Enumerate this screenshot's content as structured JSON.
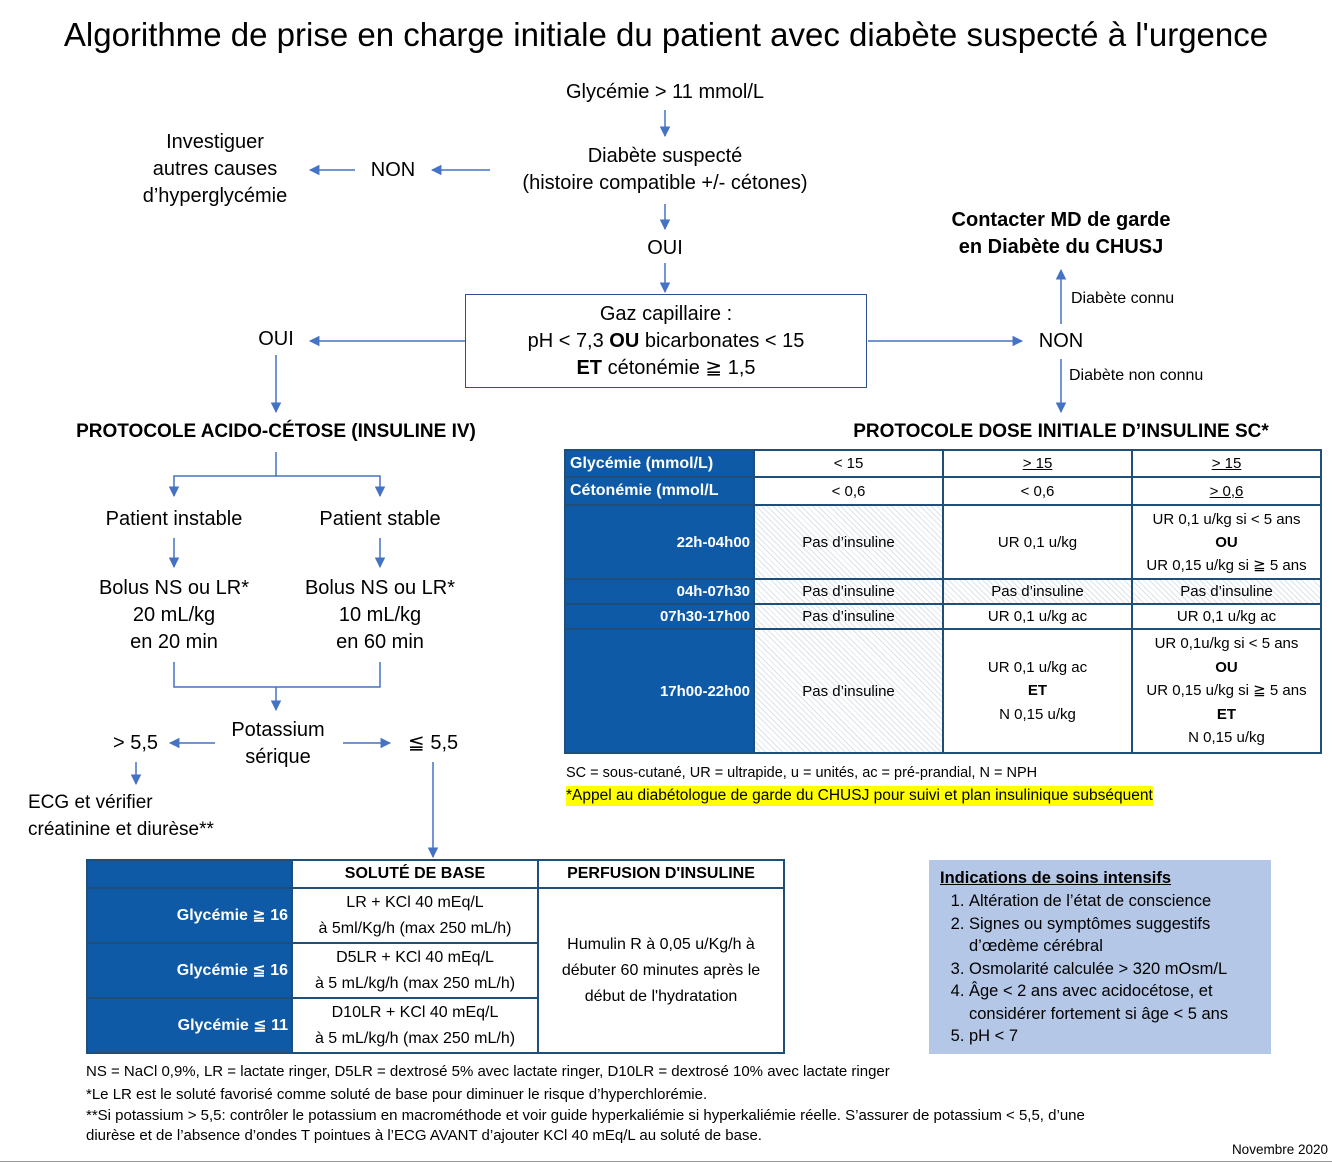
{
  "title": "Algorithme de prise en charge initiale du patient avec diabète suspecté à l'urgence",
  "flow": {
    "glycemie": "Glycémie > 11 mmol/L",
    "diabete_suspect": [
      "Diabète suspecté",
      "(histoire compatible +/- cétones)"
    ],
    "non_left": "NON",
    "investiguer": [
      "Investiguer",
      "autres causes",
      "d’hyperglycémie"
    ],
    "oui_center": "OUI",
    "gaz": {
      "l1": "Gaz capillaire :",
      "l2_a": "pH < 7,3 ",
      "l2_b": "OU",
      "l2_c": " bicarbonates  < 15",
      "l3_a": "ET",
      "l3_b": " cétonémie ≧ 1,5"
    },
    "oui_left": "OUI",
    "non_right": "NON",
    "diabete_connu": "Diabète connu",
    "diabete_non_connu": "Diabète non connu",
    "contacter": [
      "Contacter MD de garde",
      "en Diabète du CHUSJ"
    ],
    "protocole_iv": "PROTOCOLE ACIDO-CÉTOSE (INSULINE IV)",
    "protocole_sc": "PROTOCOLE DOSE INITIALE D’INSULINE SC*",
    "instable": "Patient instable",
    "stable": "Patient stable",
    "bolus_instable": [
      "Bolus NS ou LR*",
      "20 mL/kg",
      "en 20 min"
    ],
    "bolus_stable": [
      "Bolus NS ou LR*",
      "10 mL/kg",
      "en 60 min"
    ],
    "potassium": [
      "Potassium",
      "sérique"
    ],
    "k_high": "> 5,5",
    "k_low": "≦ 5,5",
    "ecg": [
      "ECG et vérifier",
      "créatinine et diurèse**"
    ]
  },
  "sc_table": {
    "row_glyc": [
      "Glycémie (mmol/L)",
      "< 15",
      "> 15",
      "> 15"
    ],
    "row_ceto": [
      "Cétonémie (mmol/L",
      "< 0,6",
      "< 0,6",
      "> 0,6"
    ],
    "rows": [
      {
        "time": "22h-04h00",
        "c1": [
          "Pas d’insuline"
        ],
        "c2": [
          "UR 0,1 u/kg"
        ],
        "c3": [
          "UR 0,1 u/kg si < 5 ans",
          "OU",
          "UR 0,15 u/kg si ≧ 5 ans"
        ]
      },
      {
        "time": "04h-07h30",
        "c1": [
          "Pas d’insuline"
        ],
        "c2": [
          "Pas d’insuline"
        ],
        "c3": [
          "Pas d’insuline"
        ]
      },
      {
        "time": "07h30-17h00",
        "c1": [
          "Pas d’insuline"
        ],
        "c2": [
          "UR 0,1 u/kg ac"
        ],
        "c3": [
          "UR 0,1 u/kg ac"
        ]
      },
      {
        "time": "17h00-22h00",
        "c1": [
          "Pas d’insuline"
        ],
        "c2": [
          "UR 0,1 u/kg ac",
          "ET",
          "N 0,15 u/kg"
        ],
        "c3": [
          "UR 0,1u/kg si < 5 ans",
          "OU",
          "UR 0,15 u/kg si ≧ 5 ans",
          "ET",
          "N 0,15 u/kg"
        ]
      }
    ],
    "legend": "SC = sous-cutané, UR = ultrapide, u = unités, ac = pré-prandial, N = NPH",
    "note": "*Appel au diabétologue de garde du CHUSJ pour suivi et plan insulinique subséquent"
  },
  "acid_table": {
    "h1": "SOLUTÉ DE BASE",
    "h2": "PERFUSION D'INSULINE",
    "rows": [
      {
        "label": "Glycémie ≧ 16",
        "solute": [
          "LR + KCl 40 mEq/L",
          "à 5ml/Kg/h (max 250 mL/h)"
        ]
      },
      {
        "label": "Glycémie ≦ 16",
        "solute": [
          "D5LR + KCl 40 mEq/L",
          "à 5 mL/kg/h (max 250 mL/h)"
        ]
      },
      {
        "label": "Glycémie ≦ 11",
        "solute": [
          "D10LR + KCl 40 mEq/L",
          "à 5 mL/kg/h (max 250 mL/h)"
        ]
      }
    ],
    "perfusion": [
      "Humulin R à 0,05 u/Kg/h à",
      "débuter 60 minutes après le",
      "début de l'hydratation"
    ]
  },
  "icu": {
    "title": "Indications de soins intensifs",
    "items": [
      "Altération de l’état de conscience",
      "Signes ou symptômes suggestifs d’œdème cérébral",
      "Osmolarité calculée > 320 mOsm/L",
      "Âge < 2 ans avec acidocétose, et considérer fortement si âge < 5 ans",
      "pH < 7"
    ]
  },
  "footnotes": [
    "NS = NaCl 0,9%, LR = lactate ringer, D5LR = dextrosé 5% avec lactate ringer, D10LR = dextrosé 10% avec lactate ringer",
    "*Le LR est le soluté favorisé comme soluté de base pour diminuer le risque d’hyperchlorémie.",
    "**Si potassium > 5,5: contrôler le potassium en macrométhode et voir guide hyperkaliémie si hyperkaliémie réelle. S’assurer de potassium < 5,5, d’une",
    "diurèse et de l’absence d’ondes T pointues à l’ECG AVANT d’ajouter KCl 40 mEq/L au soluté de base."
  ],
  "date": "Novembre 2020",
  "colors": {
    "header_blue": "#0f5aa6",
    "arrow_blue": "#4472c4",
    "icu_bg": "#b4c7e7",
    "highlight": "#ffff00"
  }
}
